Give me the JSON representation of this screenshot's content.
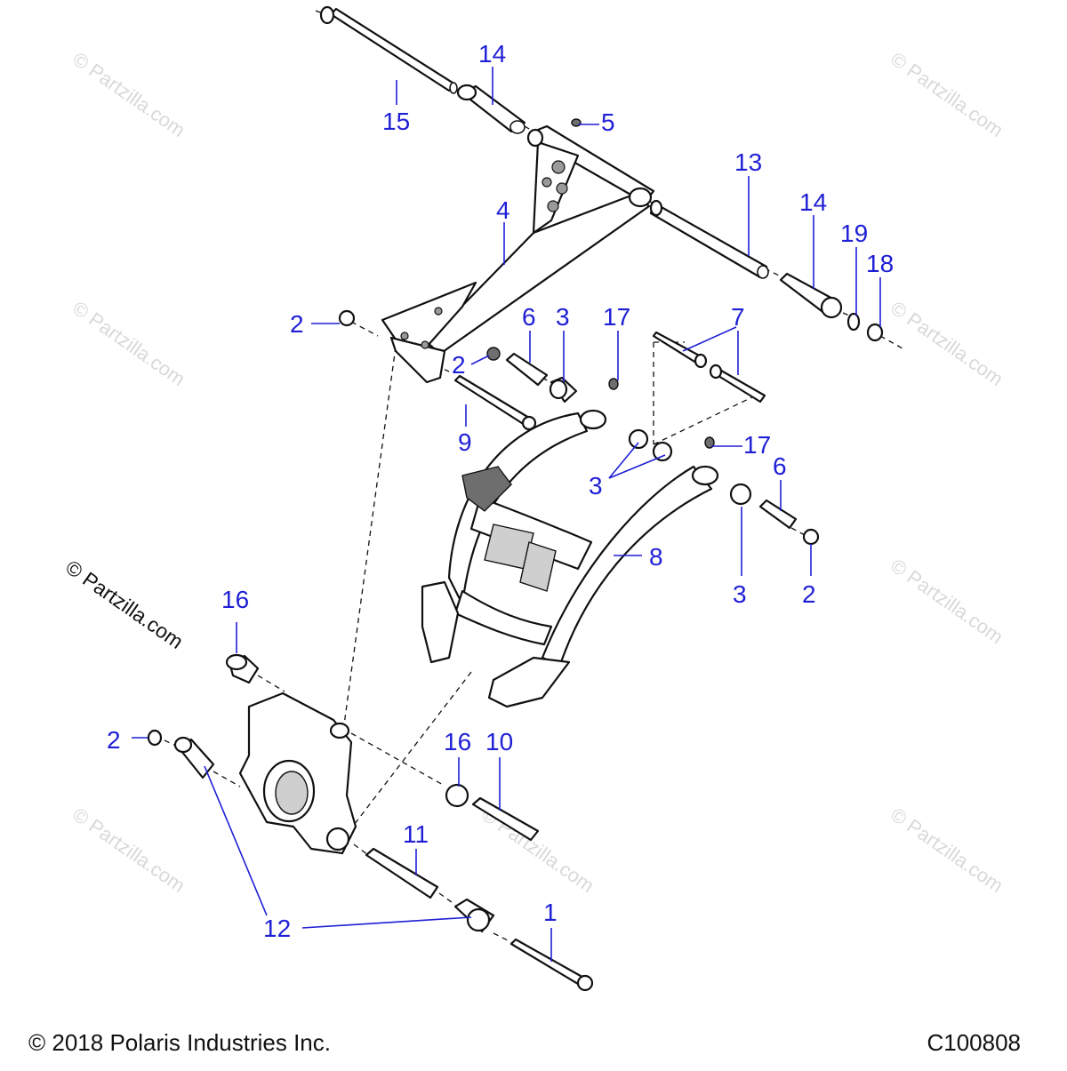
{
  "diagram": {
    "copyright": "© 2018 Polaris Industries Inc.",
    "code": "C100808",
    "watermark": "© Partzilla.com",
    "callouts": {
      "c15": "15",
      "c14a": "14",
      "c5": "5",
      "c13": "13",
      "c14b": "14",
      "c19": "19",
      "c18": "18",
      "c4": "4",
      "c2a": "2",
      "c6a": "6",
      "c3a": "3",
      "c17a": "17",
      "c7": "7",
      "c2b": "2",
      "c9": "9",
      "c17b": "17",
      "c3b": "3",
      "c6b": "6",
      "c8": "8",
      "c3c": "3",
      "c2c": "2",
      "c16a": "16",
      "c2d": "2",
      "c16b": "16",
      "c10": "10",
      "c11": "11",
      "c12": "12",
      "c1": "1"
    }
  }
}
